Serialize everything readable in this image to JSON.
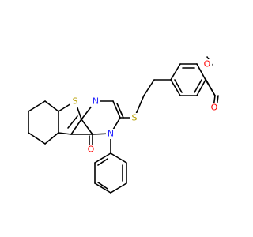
{
  "structure": {
    "atom_labels": {
      "sulfur_ring": "S",
      "nitrogen_1": "N",
      "nitrogen_3": "N",
      "sulfur_thioether": "S",
      "oxygen_carbonyl": "O",
      "oxygen_ester_carbonyl": "O",
      "oxygen_ester_ether": "O"
    },
    "colors": {
      "sulfur": "#b8a000",
      "nitrogen": "#2a2aff",
      "oxygen": "#ff0000",
      "bond": "#000000"
    }
  }
}
